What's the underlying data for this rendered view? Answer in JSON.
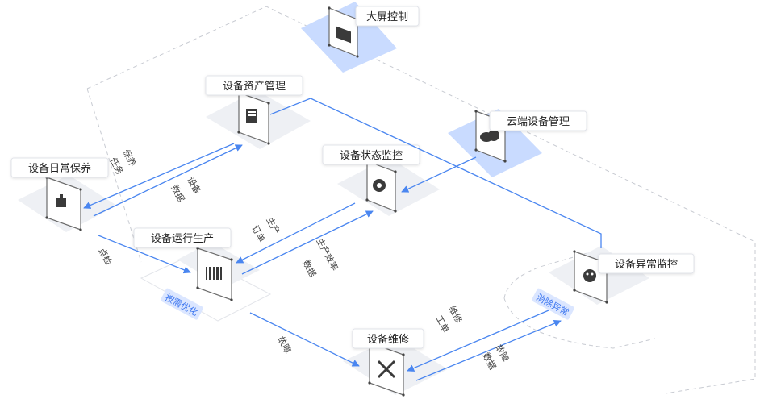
{
  "nodes": {
    "big_screen": {
      "label": "大屏控制",
      "icon": "dashboard-screen-icon"
    },
    "asset_mgmt": {
      "label": "设备资产管理",
      "icon": "document-chart-icon"
    },
    "cloud_mgmt": {
      "label": "云端设备管理",
      "icon": "cloud-icon"
    },
    "status_monitor": {
      "label": "设备状态监控",
      "icon": "gauge-icon"
    },
    "daily_maint": {
      "label": "设备日常保养",
      "icon": "oil-can-icon"
    },
    "operation": {
      "label": "设备运行生产",
      "icon": "barcode-icon"
    },
    "exception": {
      "label": "设备异常监控",
      "icon": "alert-face-icon"
    },
    "repair": {
      "label": "设备维修",
      "icon": "wrench-screwdriver-icon"
    }
  },
  "tags": {
    "operation_tag": "按需优化",
    "exception_tag": "消除异常"
  },
  "edges": {
    "maint_task": [
      "保养",
      "任务"
    ],
    "device_data": [
      "设备",
      "数据"
    ],
    "spot_check": "点检",
    "prod_order": [
      "生产",
      "订单"
    ],
    "prod_efficiency": [
      "生产效率",
      "数据"
    ],
    "fault": "故障",
    "repair_order": [
      "维修",
      "工单"
    ],
    "fault_data": [
      "故障",
      "数据"
    ]
  },
  "colors": {
    "flow_line": "#4a86f0",
    "platform_blue": "#c9dbff",
    "platform_gray": "#eef0f4",
    "dashed_boundary": "#c8cbd2"
  }
}
